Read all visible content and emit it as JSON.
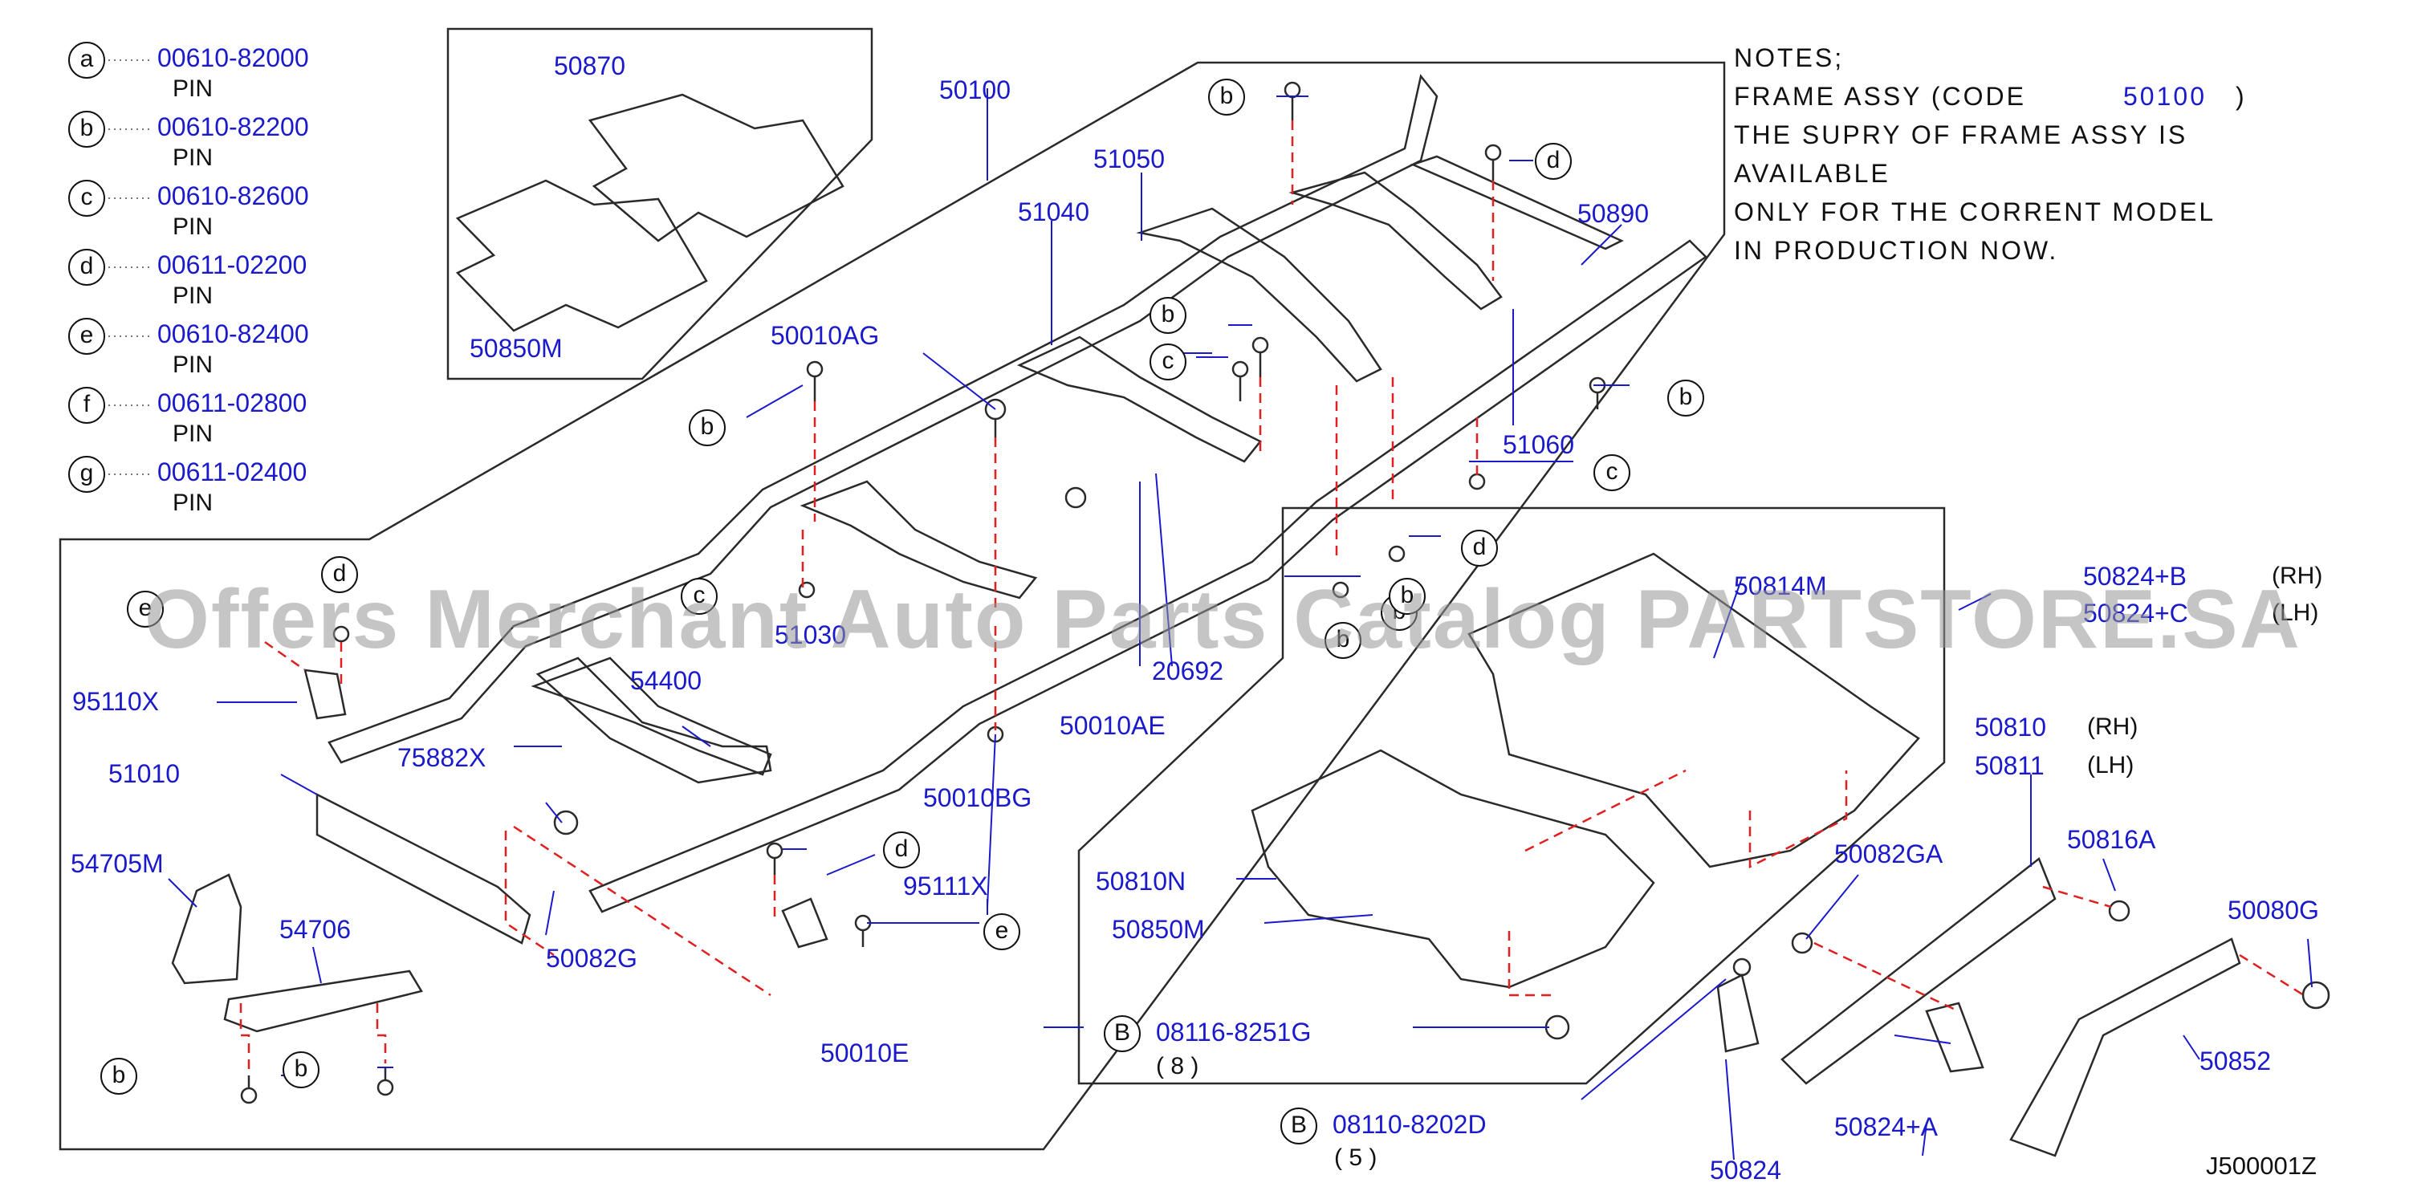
{
  "legend": [
    {
      "letter": "a",
      "part": "00610-82000",
      "desc": "PIN"
    },
    {
      "letter": "b",
      "part": "00610-82200",
      "desc": "PIN"
    },
    {
      "letter": "c",
      "part": "00610-82600",
      "desc": "PIN"
    },
    {
      "letter": "d",
      "part": "00611-02200",
      "desc": "PIN"
    },
    {
      "letter": "e",
      "part": "00610-82400",
      "desc": "PIN"
    },
    {
      "letter": "f",
      "part": "00611-02800",
      "desc": "PIN"
    },
    {
      "letter": "g",
      "part": "00611-02400",
      "desc": "PIN"
    }
  ],
  "notes": {
    "line1": "NOTES;",
    "line2a": "FRAME  ASSY  (CODE",
    "code": "50100",
    "line2b": ")",
    "line3": "THE  SUPRY  OF  FRAME  ASSY  IS",
    "line4": "AVAILABLE",
    "line5": "ONLY  FOR  THE  CORRENT  MODEL",
    "line6": "IN  PRODUCTION  NOW."
  },
  "parts": {
    "p50870": "50870",
    "p50850M_top": "50850M",
    "p50100": "50100",
    "p51050": "51050",
    "p51040": "51040",
    "p50890": "50890",
    "p50010AG": "50010AG",
    "p51060": "51060",
    "p50814M": "50814M",
    "p50824B": "50824+B",
    "p50824B_side": "(RH)",
    "p50824C": "50824+C",
    "p50824C_side": "(LH)",
    "p51030": "51030",
    "p20692": "20692",
    "p95110X": "95110X",
    "p54400": "54400",
    "p50010AE": "50010AE",
    "p75882X": "75882X",
    "p51010": "51010",
    "p50010BG": "50010BG",
    "p50810": "50810",
    "p50810_side": "(RH)",
    "p50811": "50811",
    "p50811_side": "(LH)",
    "p54705M": "54705M",
    "p95111X": "95111X",
    "p50816A": "50816A",
    "p50082GA": "50082GA",
    "p50810N": "50810N",
    "p50080G": "50080G",
    "p54706": "54706",
    "p50850M_low": "50850M",
    "p50082G": "50082G",
    "p08116": "08116-8251G",
    "p08116_qty": "( 8 )",
    "p50010E": "50010E",
    "p50852": "50852",
    "p50824A": "50824+A",
    "p08110": "08110-8202D",
    "p08110_qty": "( 5 )",
    "p50824": "50824",
    "diagram_code": "J500001Z"
  },
  "callouts": {
    "b1": "b",
    "d1": "d",
    "b2": "b",
    "c1": "c",
    "b3": "b",
    "b4": "b",
    "b5": "b",
    "c2": "c",
    "d2": "d",
    "e1": "e",
    "d3": "d",
    "c3": "c",
    "b6": "b",
    "b7": "b",
    "d4": "d",
    "e2": "e",
    "b8": "b",
    "b9": "b",
    "B1": "B",
    "B2": "B"
  },
  "watermark": "Offers Merchant Auto Parts Catalog PARTSTORE.SA",
  "colors": {
    "label": "#1a1acc",
    "line": "#2a2a2a",
    "leader": "#1a1acc",
    "dash": "#e02020"
  }
}
